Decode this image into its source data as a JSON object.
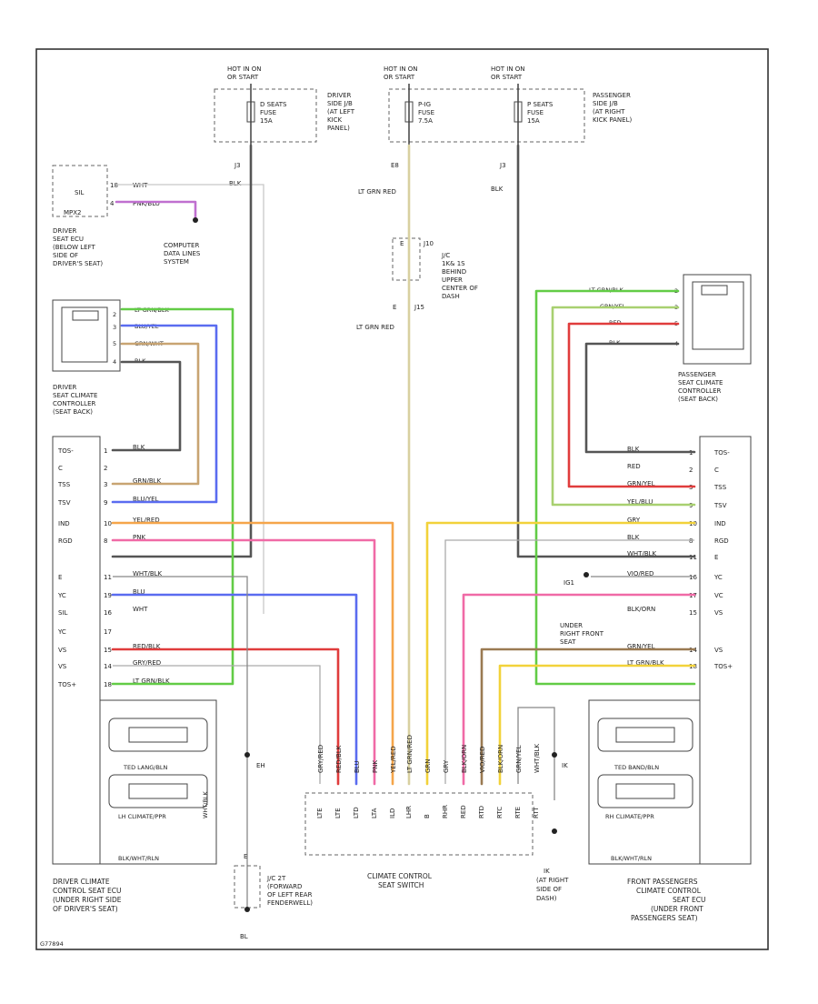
{
  "fuses": [
    {
      "header": [
        "HOT IN ON",
        "OR START"
      ],
      "name": [
        "D SEATS",
        "FUSE",
        "15A"
      ],
      "side": [
        "DRIVER",
        "SIDE J/B",
        "(AT LEFT",
        "KICK",
        "PANEL)"
      ],
      "pin": "J3",
      "wire": "BLK"
    },
    {
      "header": [
        "HOT IN ON",
        "OR START"
      ],
      "name": [
        "P-IG",
        "FUSE",
        "7.5A"
      ],
      "side": [],
      "pin": "E8",
      "wire": "LT GRN RED"
    },
    {
      "header": [
        "HOT IN ON",
        "OR START"
      ],
      "name": [
        "P SEATS",
        "FUSE",
        "15A"
      ],
      "side": [
        "PASSENGER",
        "SIDE J/B",
        "(AT RIGHT",
        "KICK PANEL)"
      ],
      "pin": "J3",
      "wire": "BLK"
    }
  ],
  "components": {
    "sil_box": {
      "labels": [
        "SIL",
        "MPX2"
      ],
      "pins": [
        "18",
        "4"
      ],
      "wires": [
        "WHT",
        "PNK/BLU"
      ]
    },
    "computer_data": [
      "COMPUTER",
      "DATA LINES",
      "SYSTEM"
    ],
    "jc": {
      "label": [
        "J/C",
        "1K& 1S",
        "BEHIND",
        "UPPER",
        "CENTER OF",
        "DASH"
      ],
      "pins": [
        "E",
        "J10",
        "E",
        "J15"
      ],
      "wire_below": "LT GRN RED"
    },
    "driver_seat_ecu": {
      "label": [
        "DRIVER",
        "SEAT ECU",
        "(BELOW LEFT",
        "SIDE OF",
        "DRIVER'S SEAT)"
      ]
    },
    "driver_climate_controller": {
      "label": [
        "DRIVER",
        "SEAT CLIMATE",
        "CONTROLLER",
        "(SEAT BACK)"
      ],
      "sensor_pins": [
        "2",
        "3",
        "5",
        "4"
      ],
      "sensor_wires": [
        "LT GRN/BLK",
        "BLU/YEL",
        "GRN/WHT",
        "BLK"
      ]
    },
    "passenger_climate_controller": {
      "label": [
        "PASSENGER",
        "SEAT CLIMATE",
        "CONTROLLER",
        "(SEAT BACK)"
      ],
      "sensor_pins": [
        "2",
        "3",
        "5",
        "4"
      ],
      "sensor_wires": [
        "LT GRN/BLK",
        "GRN/YEL",
        "RED",
        "BLK"
      ]
    },
    "driver_ecu": {
      "label": [
        "DRIVER CLIMATE",
        "CONTROL SEAT ECU",
        "(UNDER RIGHT SIDE",
        "OF DRIVER'S SEAT)"
      ],
      "pins": [
        "TOS-",
        "C",
        "TSS",
        "TSV",
        "IND",
        "RGD",
        "E",
        "YC",
        "SIL",
        "YC",
        "VS",
        "VS",
        "TOS+"
      ],
      "nums": [
        "1",
        "2",
        "3",
        "9",
        "10",
        "8",
        "11",
        "19",
        "16",
        "17",
        "15",
        "14",
        "18"
      ],
      "wires": [
        "BLK",
        "",
        "GRN/BLK",
        "BLU/YEL",
        "YEL/RED",
        "PNK",
        "WHT/BLK",
        "BLU",
        "WHT",
        "",
        "RED/BLK",
        "GRY/RED",
        "LT GRN/BLK"
      ],
      "blocks": [
        "TED LANG/BLN",
        "LH CLIMATE/PPR",
        "BLK/WHT/RLN"
      ]
    },
    "passenger_ecu": {
      "label": [
        "FRONT PASSENGERS",
        "CLIMATE CONTROL",
        "SEAT ECU",
        "(UNDER FRONT",
        "PASSENGERS SEAT)"
      ],
      "pins": [
        "TOS-",
        "C",
        "TSS",
        "TSV",
        "IND",
        "RGD",
        "E",
        "YC",
        "VC",
        "VS",
        "VS",
        "TOS+"
      ],
      "nums": [
        "1",
        "2",
        "3",
        "9",
        "10",
        "8",
        "11",
        "16",
        "17",
        "15",
        "14",
        "18"
      ],
      "wires": [
        "BLK",
        "RED",
        "GRN/YEL",
        "YEL/BLU",
        "GRY",
        "BLK",
        "WHT/BLK",
        "VIO/RED",
        "",
        "BLK/ORN",
        "GRN/YEL",
        "LT GRN/BLK"
      ],
      "blocks": [
        "TED BAND/BLN",
        "RH CLIMATE/PPR",
        "BLK/WHT/RLN"
      ],
      "extra": [
        "UNDER",
        "RIGHT FRONT",
        "SEAT"
      ],
      "ground": "IG1"
    },
    "switch": {
      "label": [
        "CLIMATE CONTROL",
        "SEAT SWITCH"
      ],
      "wires": [
        "GRY/RED",
        "RED/BLK",
        "BLU",
        "PNK",
        "YEL/RED",
        "LT GRN/RED",
        "GRN",
        "GRY",
        "BLK/ORN",
        "VIO/RED",
        "BLK/ORN",
        "GRN/YEL",
        "WHT/BLK"
      ],
      "pins": [
        "LTE",
        "LTE",
        "LTD",
        "LTA",
        "ILD",
        "LHR",
        "B",
        "RHR",
        "RED",
        "RTD",
        "RTC",
        "RTE",
        "RTT"
      ]
    },
    "left_ground": {
      "pin": "EH",
      "wire": "WHT/BLK",
      "junction": "E",
      "label": [
        "J/C 2T",
        "(FORWARD",
        "OF LEFT REAR",
        "FENDERWELL)"
      ],
      "ground": "BL"
    },
    "right_ground": {
      "pin": "IK",
      "wire": "WHT/BLK",
      "label": [
        "IK",
        "(AT RIGHT",
        "SIDE OF",
        "DASH)"
      ]
    },
    "figure_id": "G77894"
  },
  "colors": {
    "blk": "#555555",
    "wht": "#c8c8c8",
    "pnk": "#f06aa6",
    "grn": "#62cc46",
    "blu": "#5a6cf0",
    "tan": "#c8a472",
    "yel": "#f2d23a",
    "org": "#f5a54a",
    "red": "#e03c3c",
    "gry": "#9a9a9a",
    "brn": "#9a7a52",
    "ltgrn": "#aac882"
  }
}
